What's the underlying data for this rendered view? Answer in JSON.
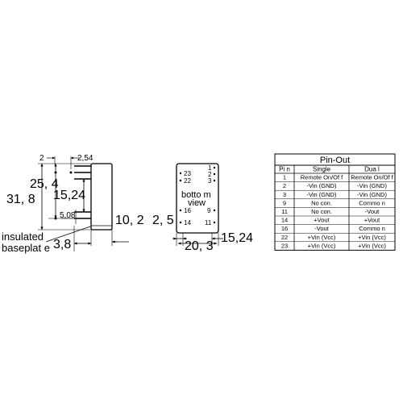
{
  "side_view": {
    "dim_2": "2",
    "dim_2_54": "2,54",
    "dim_25_4": "25, 4",
    "dim_31_8": "31, 8",
    "dim_15_24": "15,24",
    "dim_5_08": "5,08",
    "dim_10_2": "10, 2",
    "dim_3_8": "3,8",
    "insulated_line1": "insulated",
    "insulated_line2": "baseplat e"
  },
  "bottom_view": {
    "dim_2_5": "2, 5",
    "dim_20_3": "20, 3",
    "dim_15_24": "15,24",
    "label_line1": "botto m",
    "label_line2": "view",
    "pin_23": "23",
    "pin_22": "22",
    "pin_1": "1",
    "pin_2": "2",
    "pin_3": "3",
    "pin_16": "16",
    "pin_9": "9",
    "pin_14": "14",
    "pin_11": "11"
  },
  "pinout": {
    "title": "Pin-Out",
    "headers": [
      "Pin",
      "Single",
      "Dual"
    ],
    "header_labels": [
      "Pi n",
      "Single",
      "Dua l"
    ],
    "rows": [
      [
        "1",
        "Remote On/Of  f",
        "Remote On/Of  f"
      ],
      [
        "2",
        "-Vin (GND)",
        "-Vin (GND)"
      ],
      [
        "3",
        "-Vin (GND)",
        "-Vin (GND)"
      ],
      [
        "9",
        "No con.",
        "Commo  n"
      ],
      [
        "11",
        "No con.",
        "-Vout"
      ],
      [
        "14",
        "+Vout",
        "+Vout"
      ],
      [
        "16",
        "-Vout",
        "Commo  n"
      ],
      [
        "22",
        "+Vin (Vcc)",
        "+Vin (Vcc)"
      ],
      [
        "23",
        "+Vin (Vcc)",
        "+Vin (Vcc)"
      ]
    ]
  }
}
